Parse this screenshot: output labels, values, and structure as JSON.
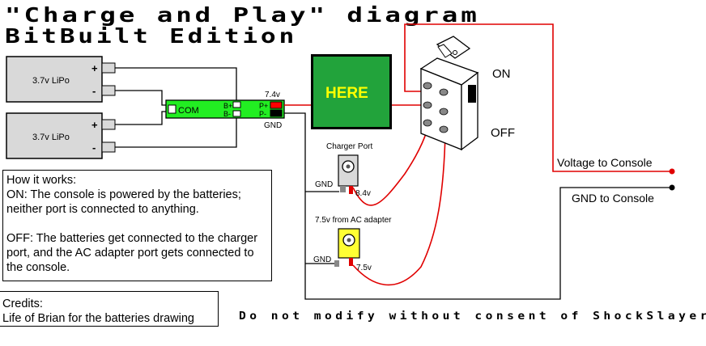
{
  "title": {
    "line1": "\"Charge and Play\" diagram",
    "line2": "BitBuilt Edition"
  },
  "batteries": [
    {
      "label": "3.7v LiPo",
      "plus": "+",
      "minus": "-"
    },
    {
      "label": "3.7v LiPo",
      "plus": "+",
      "minus": "-"
    }
  ],
  "protection_board": {
    "com": "COM",
    "b_plus": "B+",
    "b_minus": "B-",
    "p_plus": "P+",
    "p_minus": "P-",
    "voltage_out": "7.4v",
    "gnd": "GND"
  },
  "here_box": {
    "label": "HERE",
    "color": "#22a33b",
    "text_color": "#ffff00"
  },
  "switch": {
    "on": "ON",
    "off": "OFF"
  },
  "charger_port": {
    "label": "Charger Port",
    "gnd": "GND",
    "voltage": "8.4v"
  },
  "ac_port": {
    "label": "7.5v from AC adapter",
    "gnd": "GND",
    "voltage": "7.5v",
    "color": "#ffff33"
  },
  "outputs": {
    "voltage": "Voltage to Console",
    "gnd": "GND to Console"
  },
  "how_it_works": {
    "heading": "How it works:",
    "on_text": "ON: The console is powered by the batteries; neither port is connected to anything.",
    "off_text": "OFF: The batteries get connected to the charger port, and the AC adapter port gets connected to the console."
  },
  "credits": {
    "heading": "Credits:",
    "line": "Life of Brian for the batteries drawing"
  },
  "footer": "Do not modify without consent of ShockSlayer",
  "colors": {
    "wire_red": "#e00000",
    "wire_black": "#000000",
    "board_green": "#22ee22"
  }
}
